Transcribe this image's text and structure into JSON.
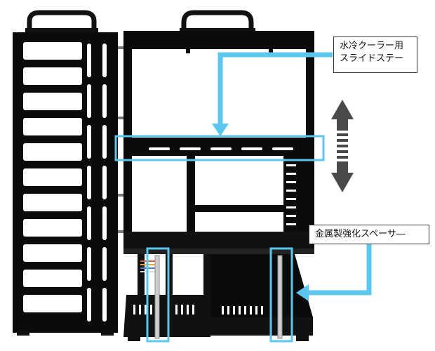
{
  "callouts": {
    "slide_stay": {
      "line1": "水冷クーラー用",
      "line2": "スライドステー"
    },
    "spacer": {
      "label": "金属製強化スペーサ―"
    }
  },
  "colors": {
    "frame": "#0b0b0b",
    "highlight": "#5cc6ef",
    "arrow_gray": "#4a4a4a",
    "background": "#ffffff"
  }
}
